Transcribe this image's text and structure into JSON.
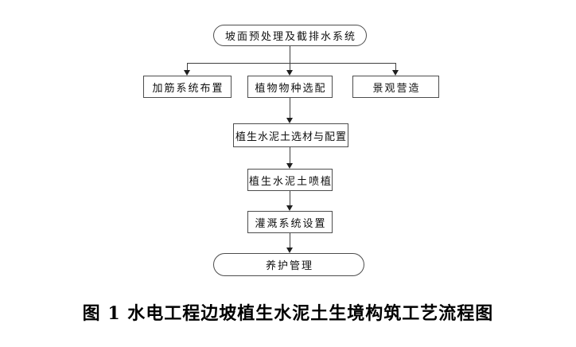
{
  "figure": {
    "caption": "图 1 水电工程边坡植生水泥土生境构筑工艺流程图"
  },
  "flowchart": {
    "nodes": [
      {
        "id": "start",
        "shape": "stadium",
        "label": "坡面预处理及截排水系统"
      },
      {
        "id": "reinforcement",
        "shape": "rect",
        "label": "加筋系统布置"
      },
      {
        "id": "plant-species",
        "shape": "rect",
        "label": "植物物种选配"
      },
      {
        "id": "landscape",
        "shape": "rect",
        "label": "景观营造"
      },
      {
        "id": "material",
        "shape": "rect",
        "label": "植生水泥土选材与配置"
      },
      {
        "id": "spray",
        "shape": "rect",
        "label": "植生水泥土喷植"
      },
      {
        "id": "irrigation",
        "shape": "rect",
        "label": "灌溉系统设置"
      },
      {
        "id": "maintenance",
        "shape": "stadium",
        "label": "养护管理"
      }
    ],
    "edges": [
      {
        "from": "start",
        "to": "reinforcement"
      },
      {
        "from": "start",
        "to": "plant-species"
      },
      {
        "from": "start",
        "to": "landscape"
      },
      {
        "from": "plant-species",
        "to": "material"
      },
      {
        "from": "material",
        "to": "spray"
      },
      {
        "from": "spray",
        "to": "irrigation"
      },
      {
        "from": "irrigation",
        "to": "maintenance"
      }
    ],
    "colors": {
      "background": "#ffffff",
      "node_border": "#4d4d4d",
      "line": "#404040",
      "text": "#111111",
      "caption_text": "#000000"
    }
  }
}
